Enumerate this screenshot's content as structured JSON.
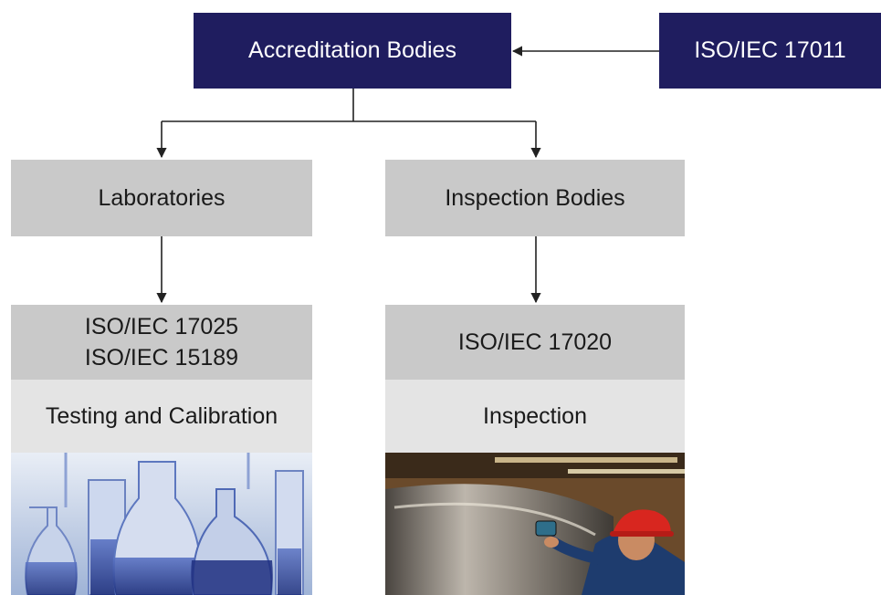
{
  "top": {
    "accreditation_bodies": "Accreditation Bodies",
    "standard_17011": "ISO/IEC 17011"
  },
  "left_branch": {
    "title": "Laboratories",
    "standards": [
      "ISO/IEC 17025",
      "ISO/IEC 15189"
    ],
    "activity": "Testing and Calibration"
  },
  "right_branch": {
    "title": "Inspection Bodies",
    "standards": [
      "ISO/IEC 17020"
    ],
    "activity": "Inspection"
  },
  "colors": {
    "navy": "#1f1d5f",
    "grey_box": "#c9c9c9",
    "light_box": "#e4e4e4",
    "connector": "#222222"
  }
}
